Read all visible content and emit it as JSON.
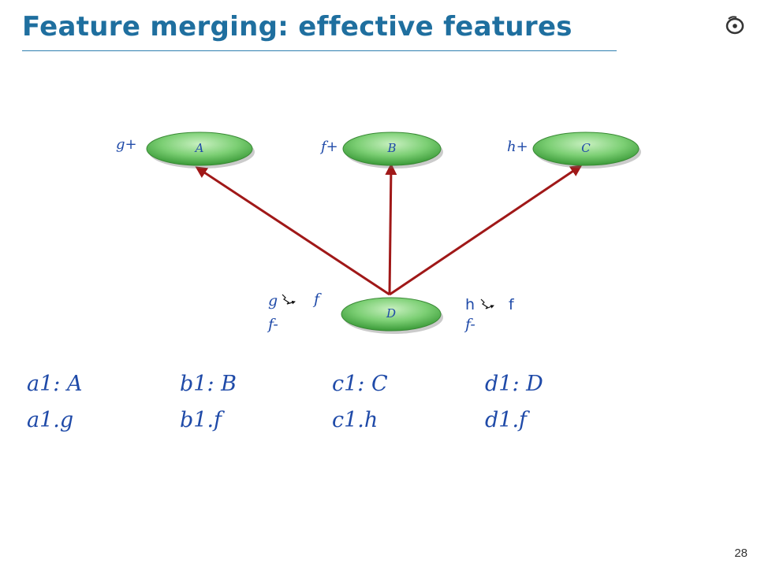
{
  "slide": {
    "title": "Feature merging: effective features",
    "page_number": "28"
  },
  "diagram": {
    "classes": [
      {
        "id": "A",
        "label": "A",
        "feature": "g+"
      },
      {
        "id": "B",
        "label": "B",
        "feature": "f+"
      },
      {
        "id": "C",
        "label": "C",
        "feature": "h+"
      },
      {
        "id": "D",
        "label": "D"
      }
    ],
    "rename_left": {
      "from": "g",
      "to": "f",
      "undefine": "f-"
    },
    "rename_right": {
      "from": "h",
      "to": "f",
      "undefine": "f-"
    },
    "colors": {
      "node_fill": "#7ccf74",
      "node_dark": "#3a9a38",
      "arrow": "#a01818",
      "label": "#1f4aa8"
    }
  },
  "code": {
    "declarations": [
      "a1: A",
      "b1: B",
      "c1: C",
      "d1: D"
    ],
    "calls": [
      "a1.g",
      "b1.f",
      "c1.h",
      "d1.f"
    ]
  }
}
